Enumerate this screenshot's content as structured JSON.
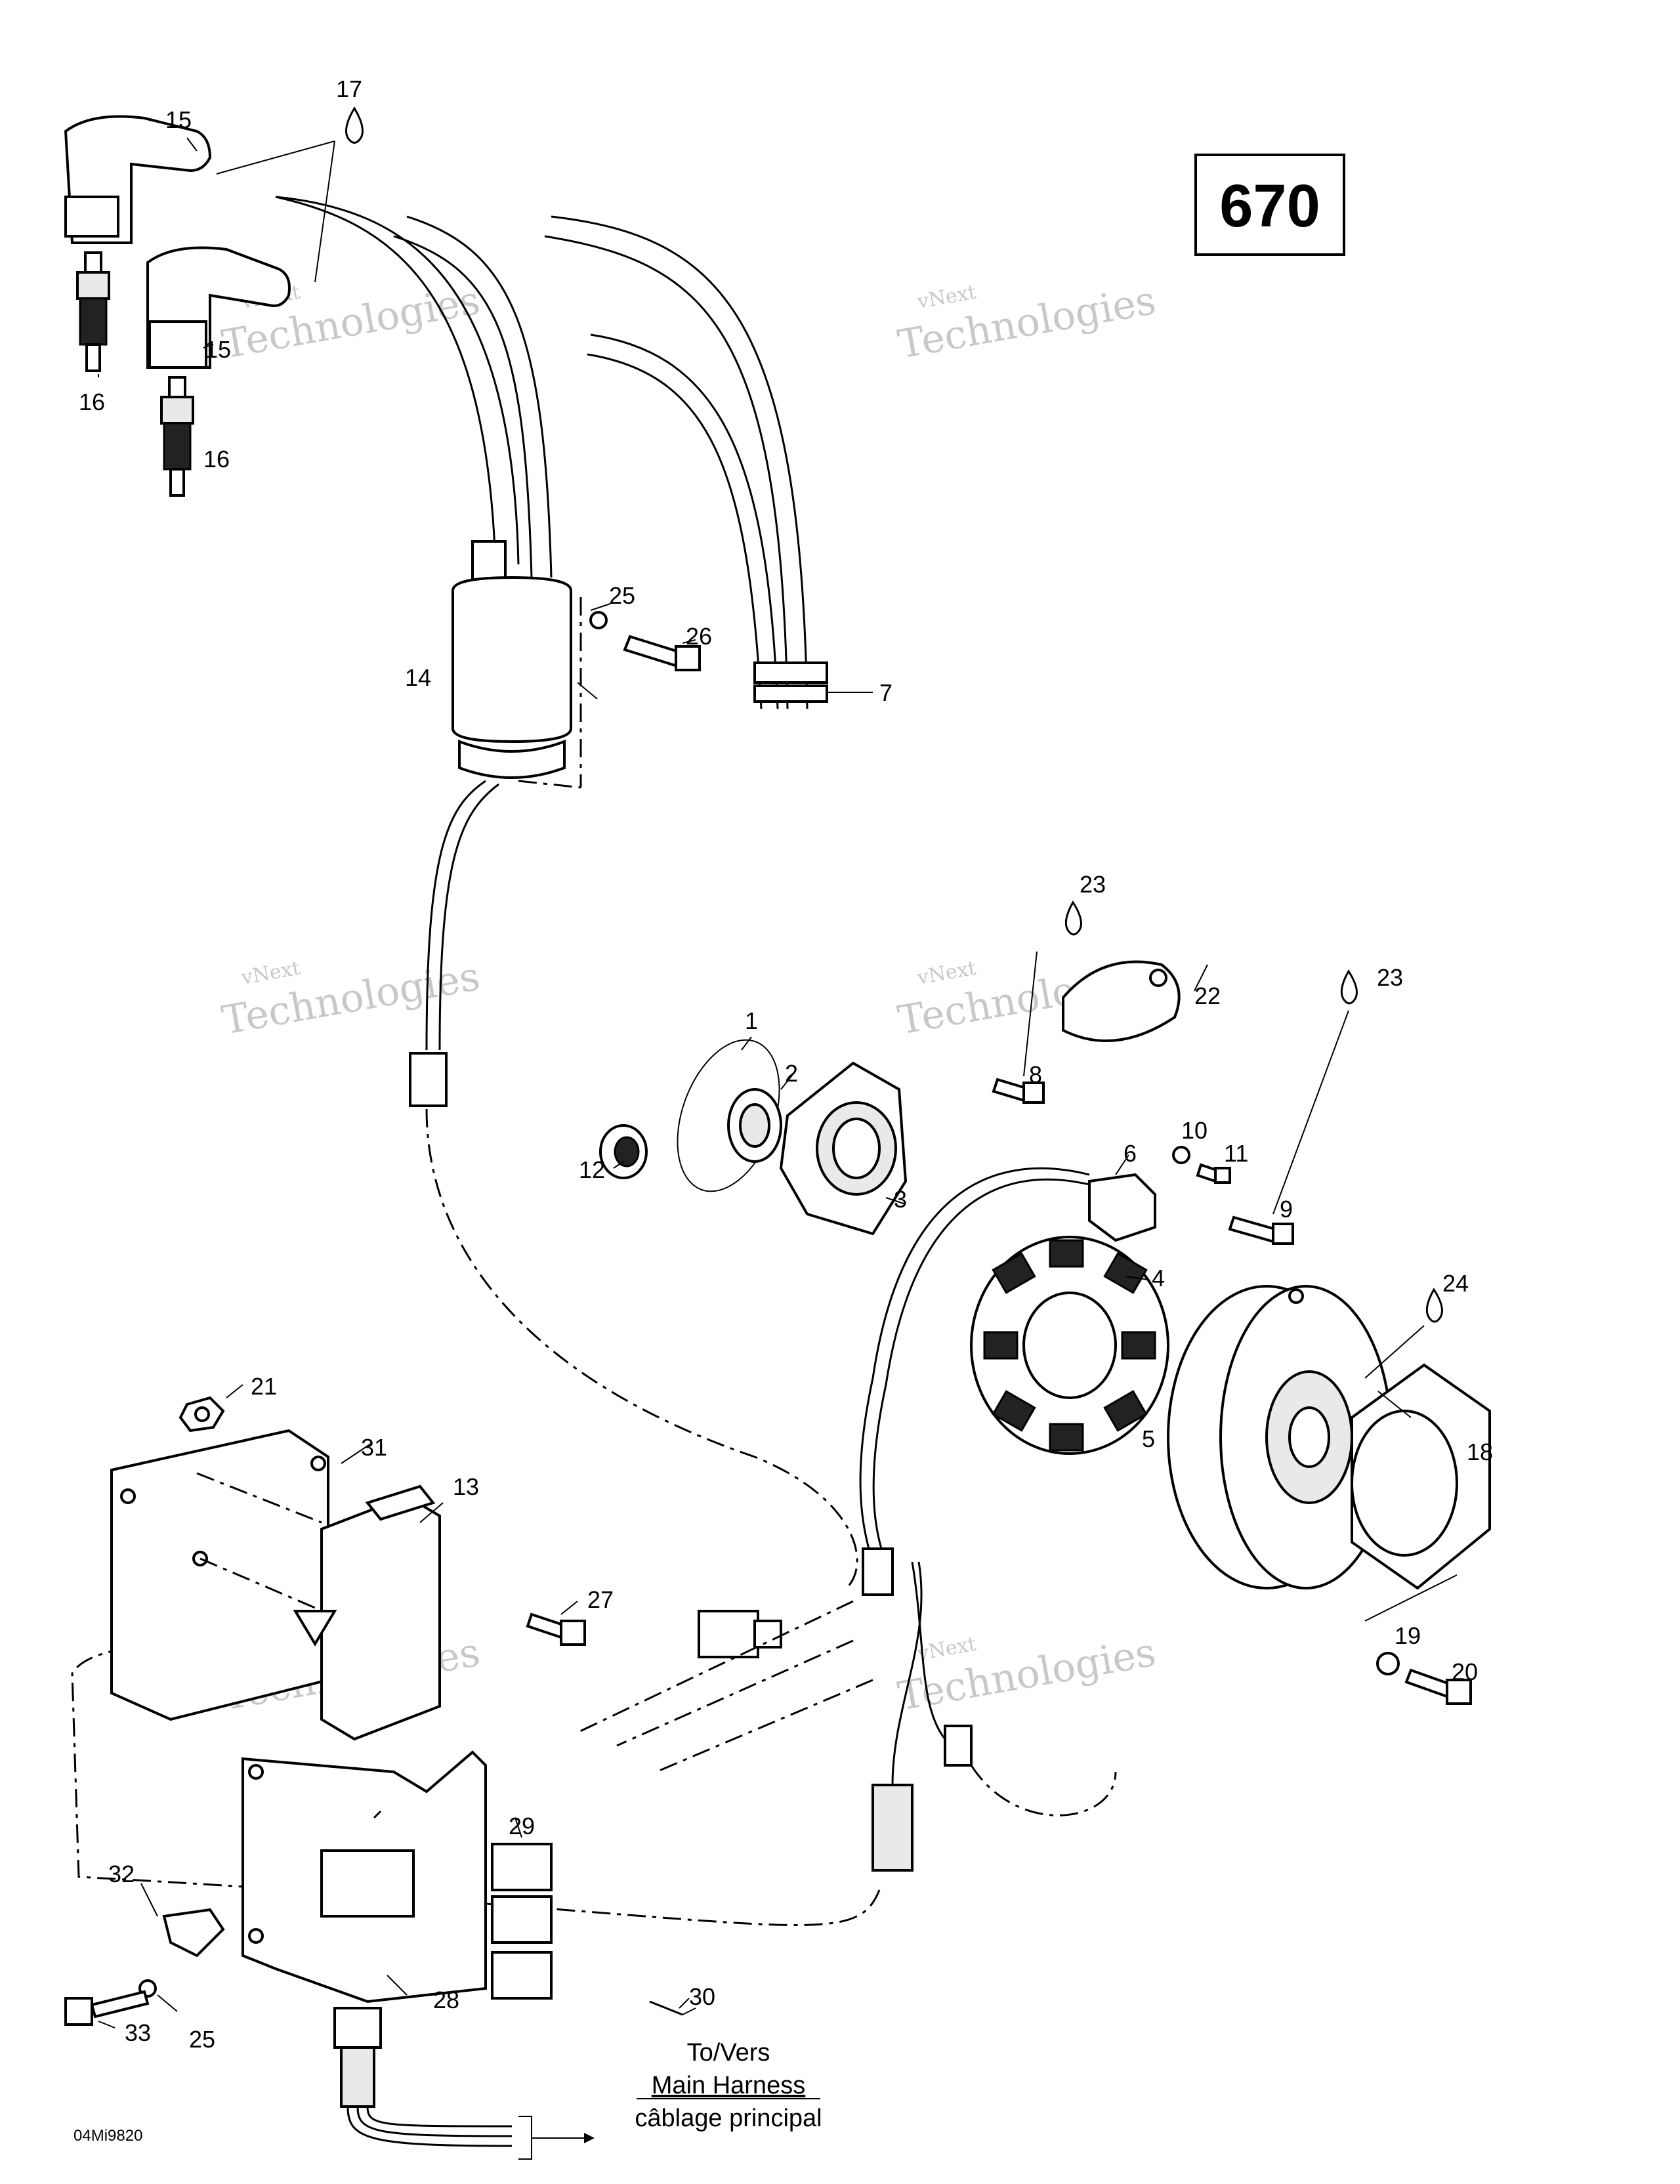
{
  "diagram": {
    "engine_code": "670",
    "drawing_code": "04Mi9820",
    "note_lines": [
      "To/Vers",
      "Main Harness",
      "câblage principal"
    ],
    "watermark": {
      "line1": "vNext",
      "line2": "Technologies"
    },
    "callouts": [
      {
        "label": "1"
      },
      {
        "label": "2"
      },
      {
        "label": "3"
      },
      {
        "label": "4"
      },
      {
        "label": "5"
      },
      {
        "label": "6"
      },
      {
        "label": "7"
      },
      {
        "label": "8"
      },
      {
        "label": "9"
      },
      {
        "label": "10"
      },
      {
        "label": "11"
      },
      {
        "label": "12"
      },
      {
        "label": "13"
      },
      {
        "label": "14"
      },
      {
        "label": "15"
      },
      {
        "label": "15"
      },
      {
        "label": "16"
      },
      {
        "label": "16"
      },
      {
        "label": "17"
      },
      {
        "label": "18"
      },
      {
        "label": "19"
      },
      {
        "label": "20"
      },
      {
        "label": "21"
      },
      {
        "label": "22"
      },
      {
        "label": "23"
      },
      {
        "label": "23"
      },
      {
        "label": "24"
      },
      {
        "label": "25"
      },
      {
        "label": "25"
      },
      {
        "label": "26"
      },
      {
        "label": "27"
      },
      {
        "label": "28"
      },
      {
        "label": "29"
      },
      {
        "label": "30"
      },
      {
        "label": "31"
      },
      {
        "label": "32"
      },
      {
        "label": "33"
      }
    ]
  }
}
